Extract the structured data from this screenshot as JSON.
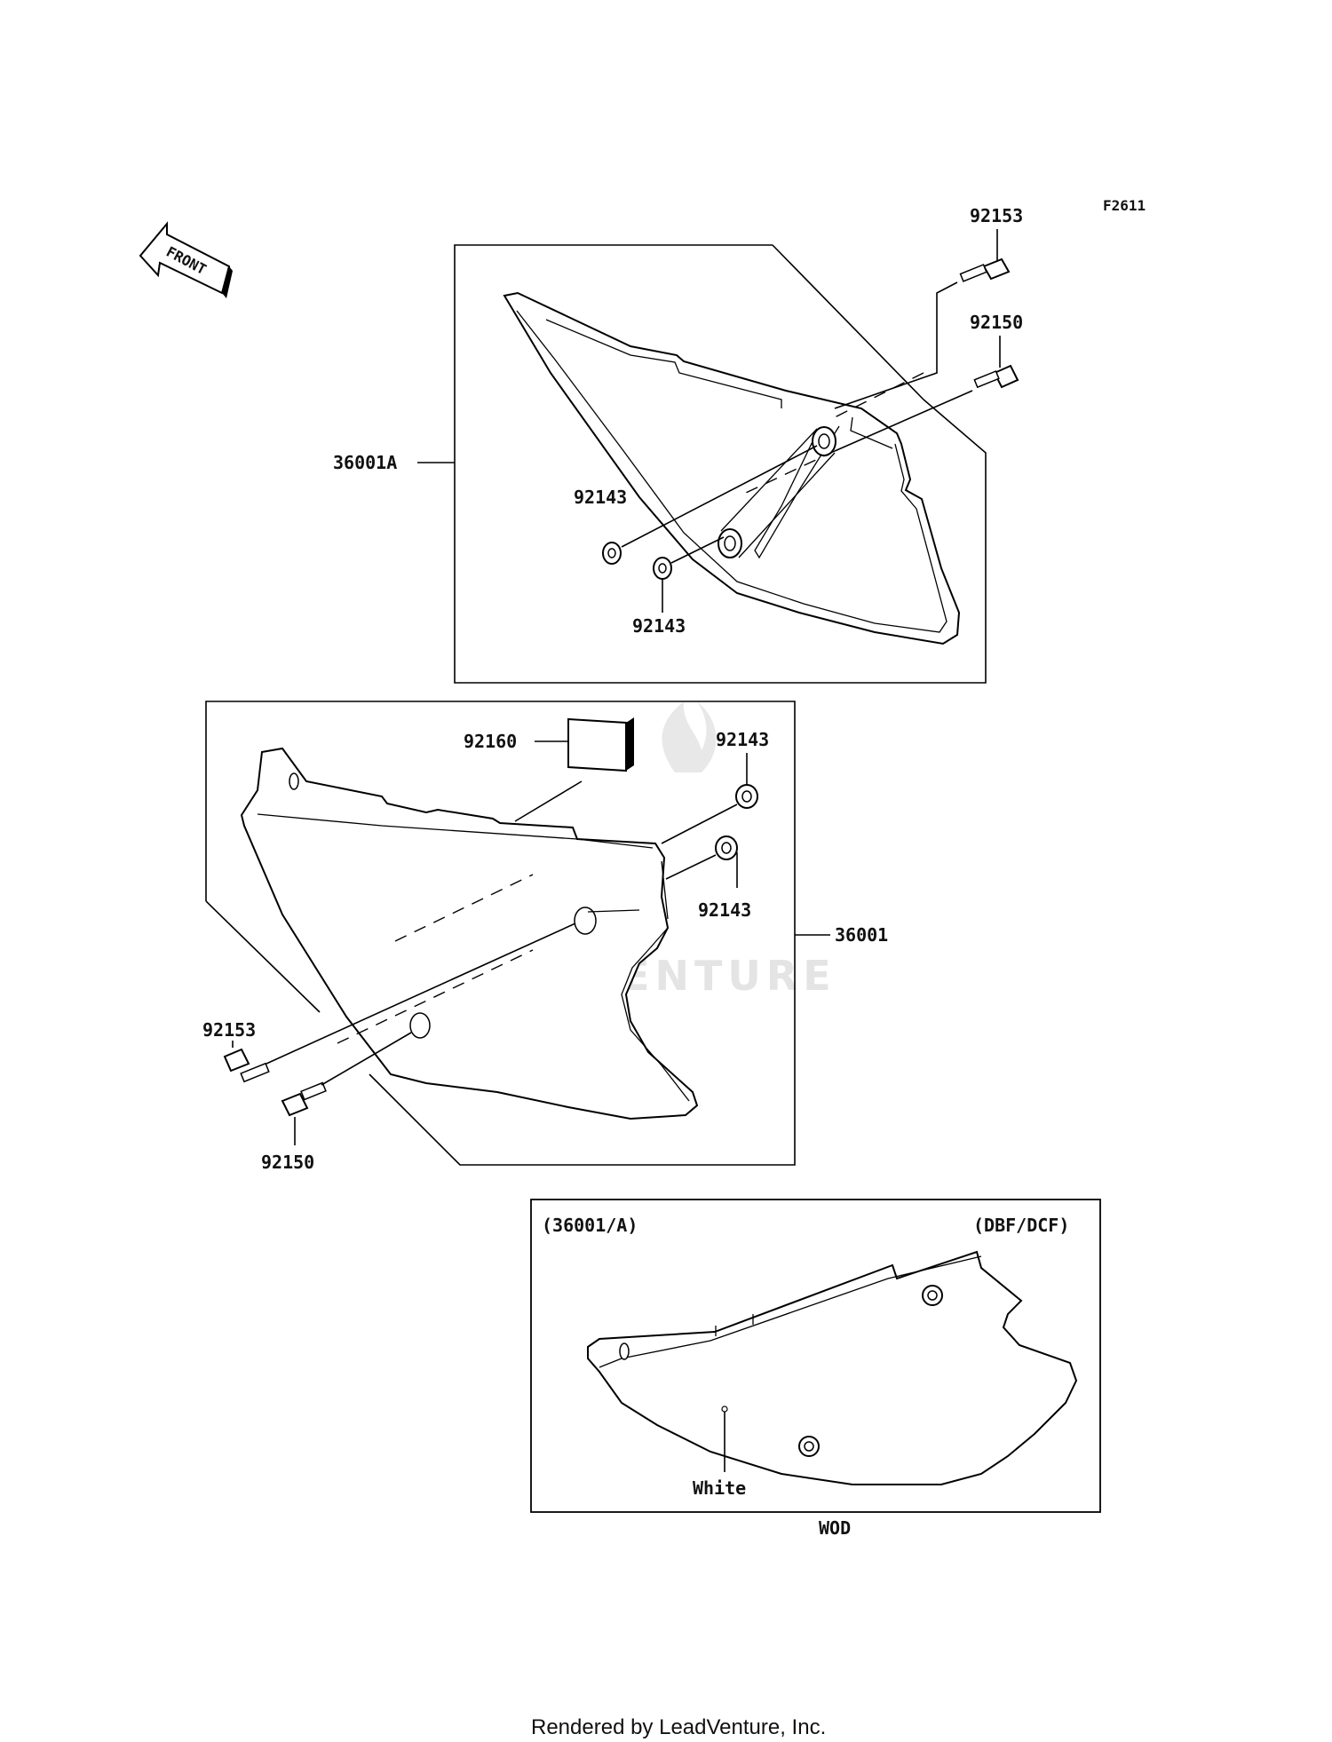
{
  "figure_code": "F2611",
  "front_label": "FRONT",
  "watermark": "LEADVENTURE",
  "upper_assembly": {
    "box_label": "36001A",
    "bolt_top": "92153",
    "bolt_mid": "92150",
    "washer_a": "92143",
    "washer_b": "92143"
  },
  "lower_assembly": {
    "box_label": "36001",
    "emblem": "92160",
    "washer_a": "92143",
    "washer_b": "92143",
    "bolt_a": "92153",
    "bolt_b": "92150"
  },
  "variant_panel": {
    "left_tag": "(36001/A)",
    "right_tag": "(DBF/DCF)",
    "color_label": "White",
    "caption": "WOD"
  },
  "footer": "Rendered by LeadVenture, Inc."
}
